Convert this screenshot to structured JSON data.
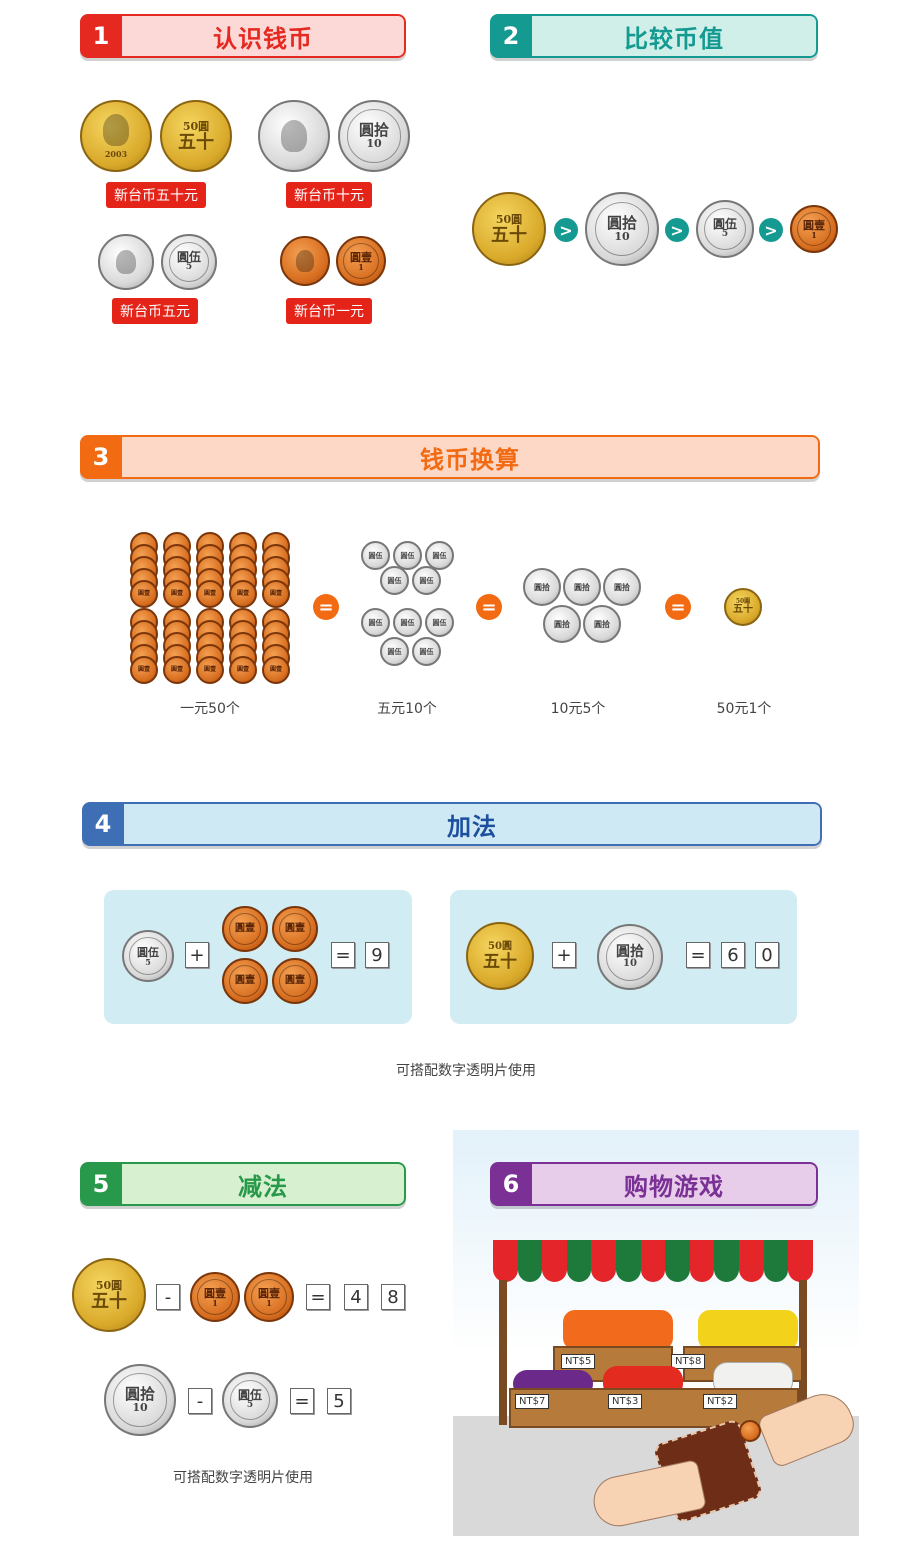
{
  "sections": {
    "s1": {
      "num": "1",
      "title": "认识钱币"
    },
    "s2": {
      "num": "2",
      "title": "比较币值"
    },
    "s3": {
      "num": "3",
      "title": "钱币换算"
    },
    "s4": {
      "num": "4",
      "title": "加法"
    },
    "s5": {
      "num": "5",
      "title": "减法"
    },
    "s6": {
      "num": "6",
      "title": "购物游戏"
    }
  },
  "coin_labels": {
    "fifty": "新台币五十元",
    "ten": "新台币十元",
    "five": "新台币五元",
    "one": "新台币一元"
  },
  "coin_text": {
    "fifty_top": "50圓",
    "fifty_main": "五十",
    "ten_main": "圓拾",
    "ten_sub": "10",
    "five_main": "圓伍",
    "five_sub": "5",
    "one_main": "圓壹",
    "one_sub": "1",
    "year": "2003"
  },
  "compare_symbol": ">",
  "conversion": {
    "equals": "=",
    "captions": [
      "一元50个",
      "五元10个",
      "10元5个",
      "50元1个"
    ]
  },
  "addition": {
    "plus": "+",
    "equals": "=",
    "answer1": [
      "9"
    ],
    "answer2": [
      "6",
      "0"
    ],
    "note": "可搭配数字透明片使用"
  },
  "subtraction": {
    "minus": "-",
    "equals": "=",
    "answer1": [
      "4",
      "8"
    ],
    "answer2": [
      "5"
    ],
    "note": "可搭配数字透明片使用"
  },
  "market": {
    "prices": [
      "NT$5",
      "NT$8",
      "NT$7",
      "NT$3",
      "NT$2"
    ],
    "awning_colors": [
      "#e4262b",
      "#1e7a3a"
    ]
  }
}
